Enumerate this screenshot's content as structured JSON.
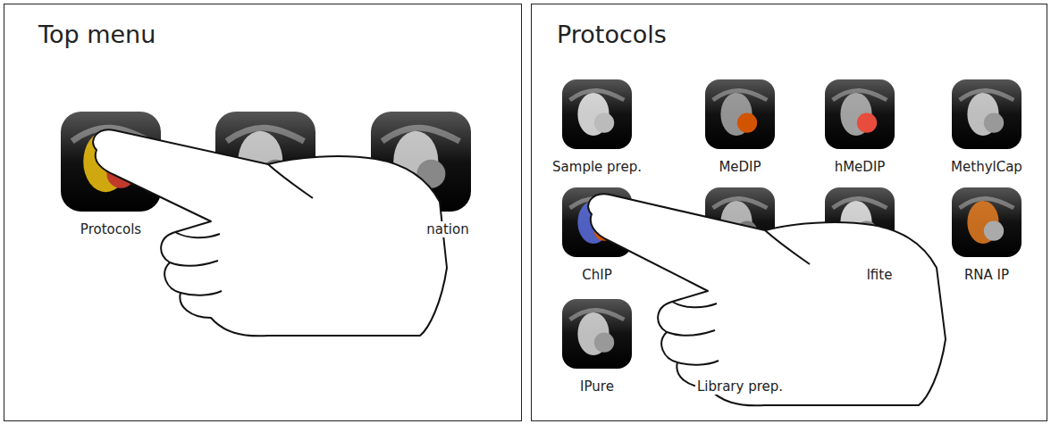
{
  "diagram": {
    "nodes": [
      {
        "text": [
          "Top menu"
        ]
      },
      {
        "text": [
          "Protocols"
        ],
        "in": 0
      },
      {
        "text": [
          "nation"
        ],
        "in": 0
      },
      {
        "text": [
          "Protocols"
        ]
      },
      {
        "text": [
          "Sample prep."
        ],
        "in": 3
      },
      {
        "text": [
          "MeDIP"
        ],
        "in": 3
      },
      {
        "text": [
          "hMeDIP"
        ],
        "in": 3
      },
      {
        "text": [
          "MethylCap"
        ],
        "in": 3
      },
      {
        "text": [
          "ChIP"
        ],
        "in": 3
      },
      {
        "text": [
          "lfite"
        ],
        "in": 3
      },
      {
        "text": [
          "RNA IP"
        ],
        "in": 3
      },
      {
        "text": [
          "IPure"
        ],
        "in": 3
      },
      {
        "text": [
          "Library prep."
        ],
        "in": 3
      }
    ]
  }
}
